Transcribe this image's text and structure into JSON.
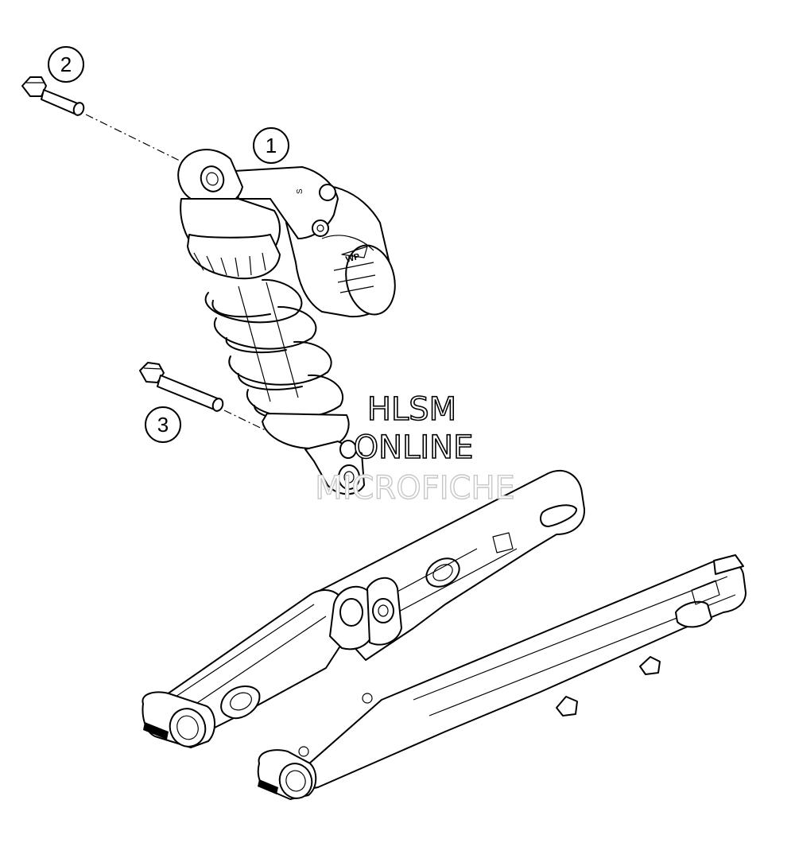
{
  "callouts": [
    {
      "label": "1"
    },
    {
      "label": "2"
    },
    {
      "label": "3"
    }
  ],
  "shock_labels": {
    "side_mark": "S",
    "brand_logo": "WP"
  },
  "watermark": {
    "line1": "HLSM",
    "line2": "ONLINE",
    "line3": "MICROFICHE"
  }
}
